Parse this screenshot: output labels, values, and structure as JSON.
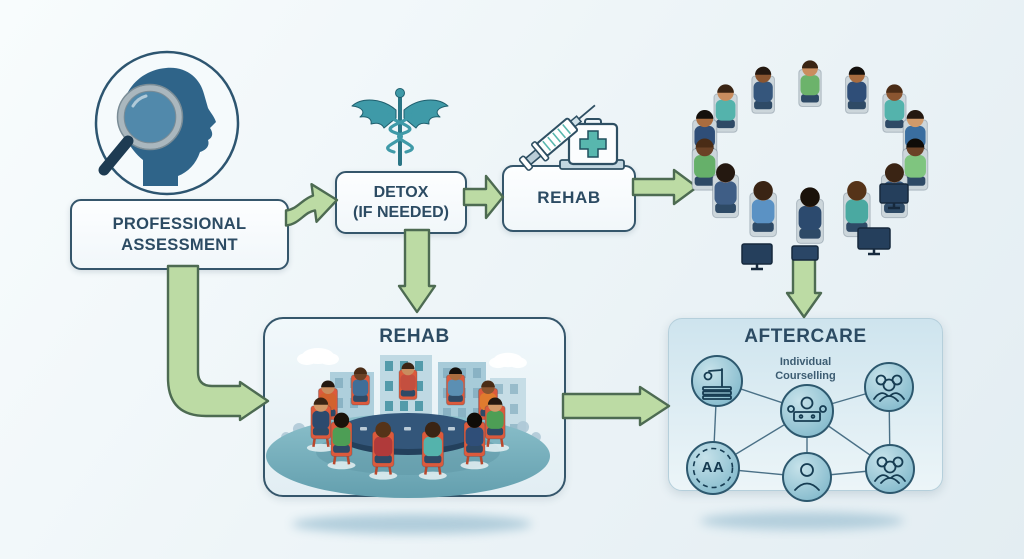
{
  "diagram": {
    "assessment": {
      "label": "PROFESSIONAL\nASSESSMENT",
      "icon": "magnifier-head-profile-icon"
    },
    "detox": {
      "label": "DETOX\n(IF NEEDED)",
      "icon": "caduceus-icon"
    },
    "rehab": {
      "label": "REHAB",
      "icons": [
        "syringe-icon",
        "first-aid-kit-icon"
      ]
    },
    "group_therapy_circle": {
      "illustration": "people-sitting-in-circle-illustration"
    },
    "rehab_group": {
      "title": "REHAB",
      "illustration": "group-therapy-round-table-illustration"
    },
    "aftercare": {
      "title": "AFTERCARE",
      "center_node_label": "Individual\nCourselling",
      "nodes": [
        {
          "name": "resources-icon"
        },
        {
          "name": "counselling-session-icon"
        },
        {
          "name": "family-icon"
        },
        {
          "name": "aa-meeting-icon",
          "label": "AA"
        },
        {
          "name": "individual-icon"
        },
        {
          "name": "support-group-icon"
        }
      ]
    }
  },
  "colors": {
    "background_top": "#f8fcfd",
    "background_bottom": "#e3edf2",
    "box_fill": "#fcfeff",
    "box_border": "#35566b",
    "box_text": "#2c4b63",
    "arrow_fill": "#bcdba4",
    "arrow_stroke": "#4d6b52",
    "teal_icon": "#3f9aa8",
    "panel_fill_top": "#cee4ee",
    "panel_fill_bottom": "#ecf5f8",
    "node_border": "#2d586e",
    "node_icon": "#163c52",
    "table_navy": "#2c4a66",
    "chair_red": "#dc5a3c",
    "ground_teal": "#7ab1bd"
  }
}
